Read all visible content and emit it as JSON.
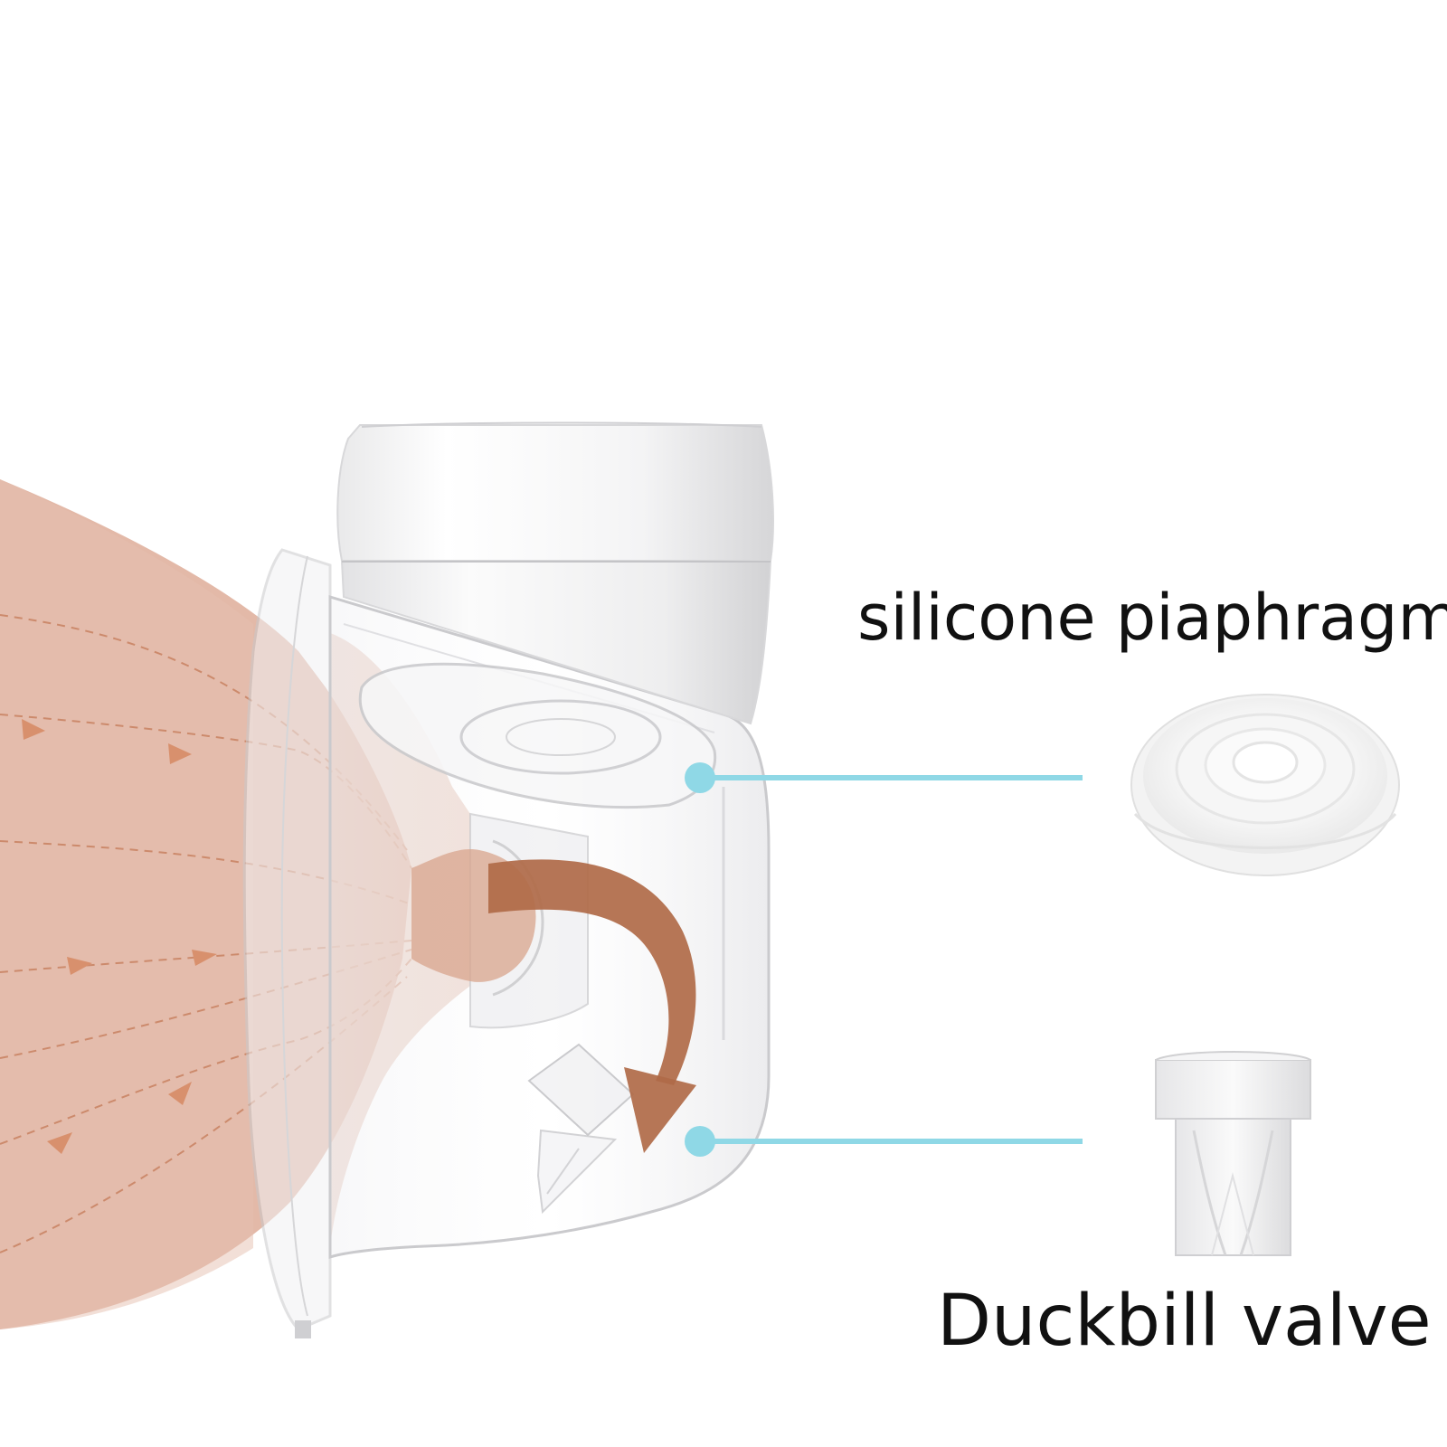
{
  "callouts": {
    "diaphragm_label": "silicone piaphragm",
    "valve_label": "Duckbill valve"
  },
  "colors": {
    "background": "#ffffff",
    "breast_tone": "#e3b9a8",
    "flow_arrow": "#b06a48",
    "callout_line": "#8fd8e6",
    "text": "#111111"
  },
  "icons": {
    "product": "breast-pump-illustration",
    "diaphragm": "silicone-diaphragm-part",
    "valve": "duckbill-valve-part",
    "flow": "milk-flow-arrow"
  }
}
